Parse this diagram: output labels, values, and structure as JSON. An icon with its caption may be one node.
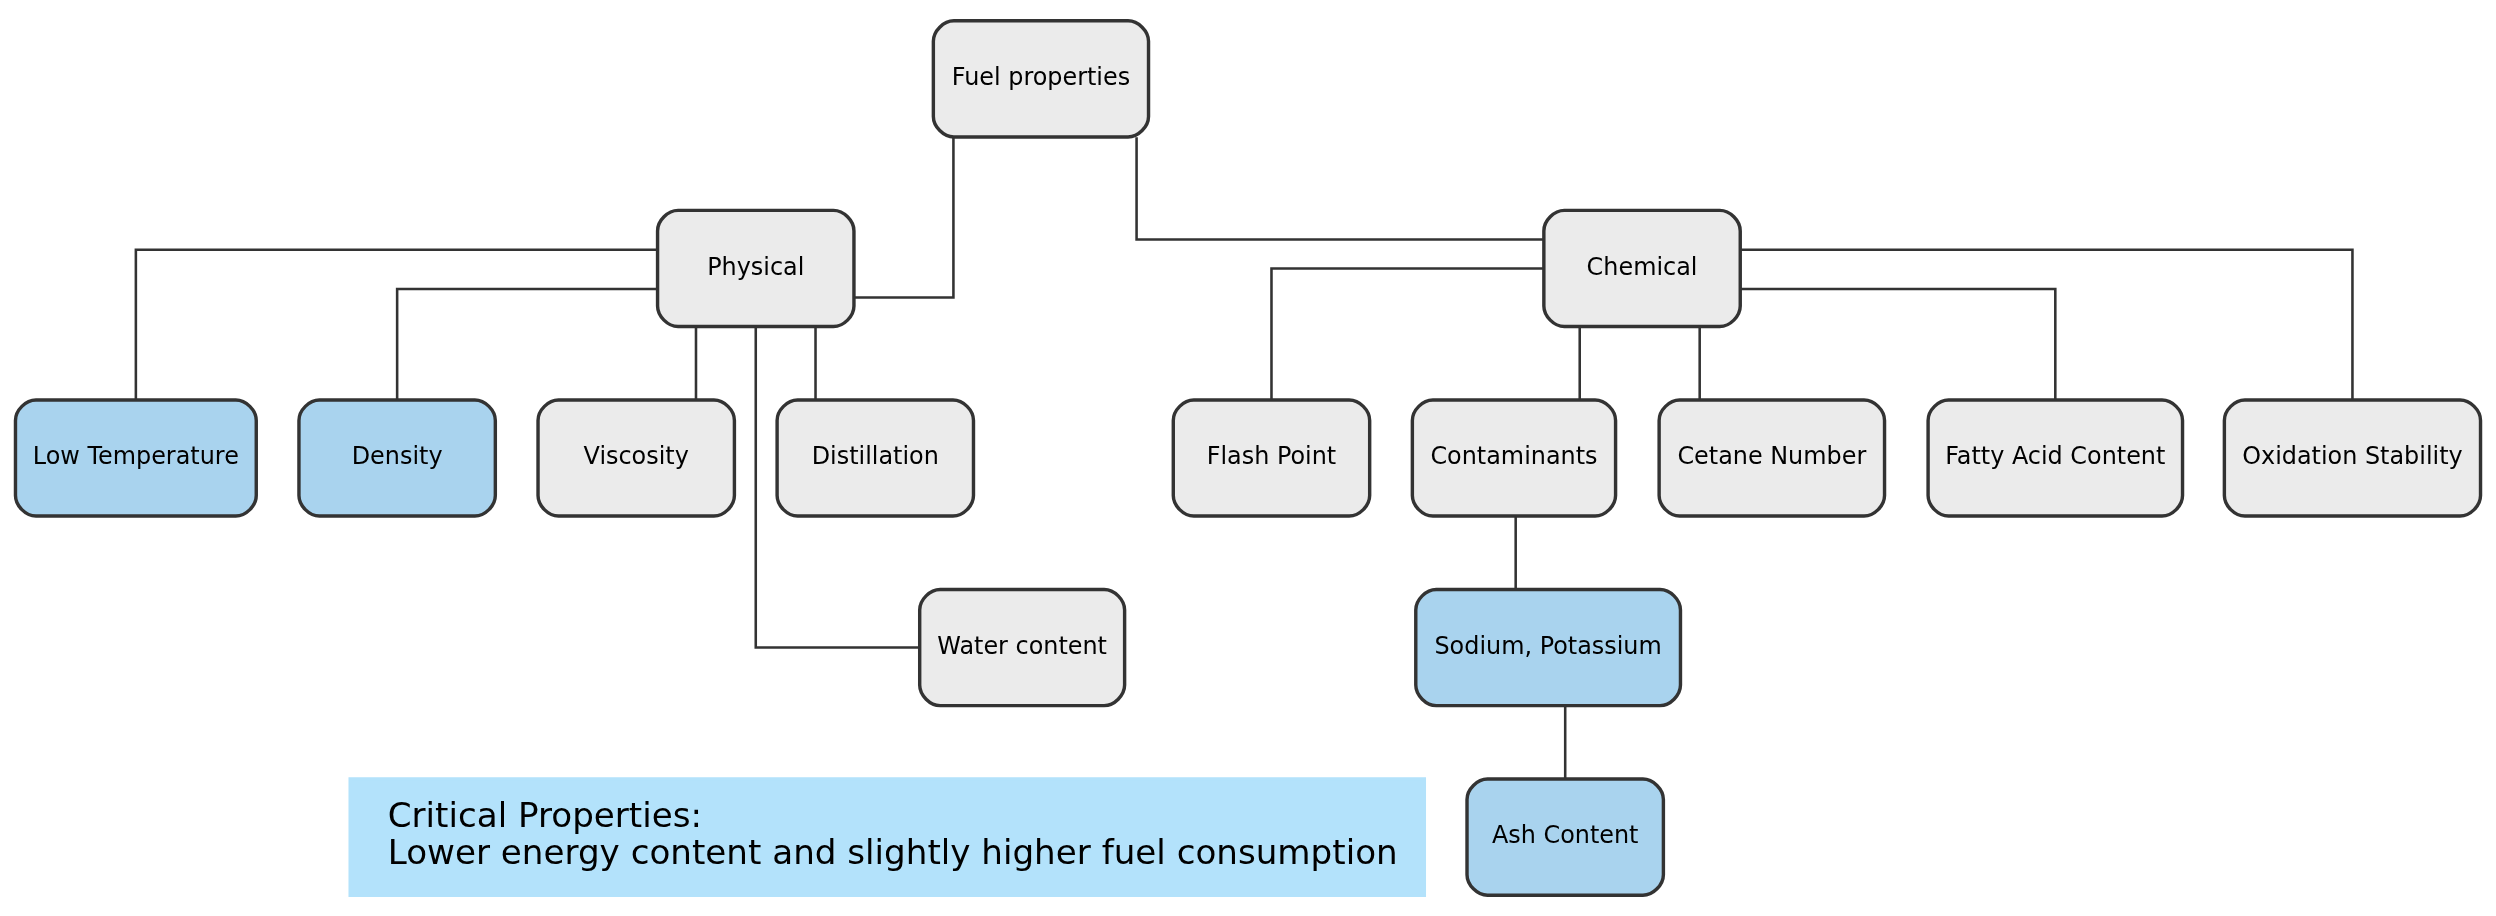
{
  "diagram": {
    "nodes": [
      {
        "text": [
          "Fuel properties"
        ]
      },
      {
        "text": [
          "Physical"
        ]
      },
      {
        "text": [
          "Chemical"
        ]
      },
      {
        "text": [
          "Low Temperature"
        ]
      },
      {
        "text": [
          "Density"
        ]
      },
      {
        "text": [
          "Viscosity"
        ]
      },
      {
        "text": [
          "Distillation"
        ]
      },
      {
        "text": [
          "Water content"
        ]
      },
      {
        "text": [
          "Flash Point"
        ]
      },
      {
        "text": [
          "Contaminants"
        ]
      },
      {
        "text": [
          "Cetane Number"
        ]
      },
      {
        "text": [
          "Fatty Acid Content"
        ]
      },
      {
        "text": [
          "Oxidation Stability"
        ]
      },
      {
        "text": [
          "Sodium, Potassium"
        ]
      },
      {
        "text": [
          "Ash Content"
        ]
      },
      {
        "text": [
          "Critical Properties:",
          "Lower energy content and slightly higher fuel consumption"
        ]
      }
    ],
    "edges": [
      {
        "from": 0,
        "to": 1,
        "arrow": "none"
      },
      {
        "from": 0,
        "to": 2,
        "arrow": "none"
      },
      {
        "from": 1,
        "to": 3,
        "arrow": "none"
      },
      {
        "from": 1,
        "to": 4,
        "arrow": "none"
      },
      {
        "from": 1,
        "to": 5,
        "arrow": "none"
      },
      {
        "from": 1,
        "to": 6,
        "arrow": "none"
      },
      {
        "from": 1,
        "to": 7,
        "arrow": "none"
      },
      {
        "from": 2,
        "to": 8,
        "arrow": "none"
      },
      {
        "from": 2,
        "to": 9,
        "arrow": "none"
      },
      {
        "from": 2,
        "to": 10,
        "arrow": "none"
      },
      {
        "from": 2,
        "to": 11,
        "arrow": "none"
      },
      {
        "from": 2,
        "to": 12,
        "arrow": "none"
      },
      {
        "from": 9,
        "to": 13,
        "arrow": "none"
      },
      {
        "from": 13,
        "to": 14,
        "arrow": "none"
      }
    ]
  }
}
